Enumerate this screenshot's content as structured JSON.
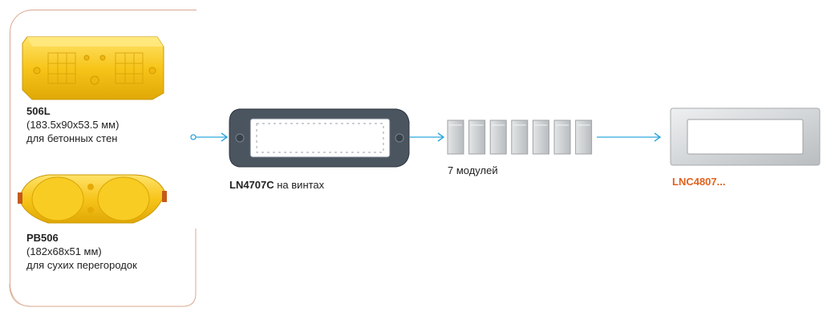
{
  "box_concrete": {
    "code": "506L",
    "dims": "(183.5x90x53.5 мм)",
    "desc": "для бетонных стен"
  },
  "box_drywall": {
    "code": "PB506",
    "dims": "(182x68x51 мм)",
    "desc": "для сухих перегородок"
  },
  "support_frame": {
    "code": "LN4707C",
    "suffix": " на винтах"
  },
  "modules": {
    "label": "7 модулей",
    "count": 7
  },
  "cover_plate": {
    "code": "LNC4807..."
  },
  "colors": {
    "arrow": "#2fa6dc",
    "accent": "#e0621f",
    "box_yellow": "#f5c518",
    "frame": "#4b5560",
    "panel_border": "#d9a991"
  }
}
